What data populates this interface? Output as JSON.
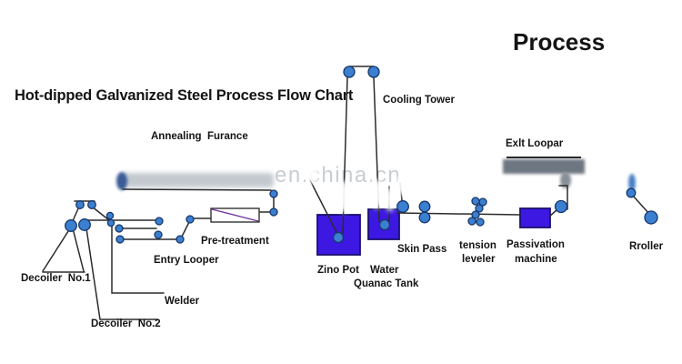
{
  "title": "Hot-dipped Galvanized Steel Process Flow Chart",
  "heading": "Process",
  "watermark": "en.china.cn",
  "nodes": {
    "annealing_furnace": "Annealing  Furance",
    "cooling_tower": "Cooling Tower",
    "exit_looper": "Exlt Loopar",
    "pre_treatment": "Pre-treatment",
    "entry_looper": "Entry Looper",
    "welder": "Welder",
    "decoiler_1": "Decoiler  No.1",
    "decoiler_2": "Decoiler  No.2",
    "zinc_pot": "Zino Pot",
    "water": "Water",
    "quanac_tank": "Quanac Tank",
    "skin_pass": "Skin Pass",
    "tension_leveler_line1": "tension",
    "tension_leveler_line2": "leveler",
    "passivation_line1": "Passivation",
    "passivation_line2": "machine",
    "rroller": "Rroller"
  },
  "colors": {
    "line": "#2b2b2b",
    "roller_fill": "#3b7fd0",
    "roller_stroke": "#17376b",
    "vessel_fill": "#3d18e2",
    "vessel_stroke": "#191070",
    "purple": "#7030a0",
    "furnace_gray": "#b4bbc3",
    "looper_gray": "#6e7681",
    "watermark": "#c9cdd2"
  }
}
